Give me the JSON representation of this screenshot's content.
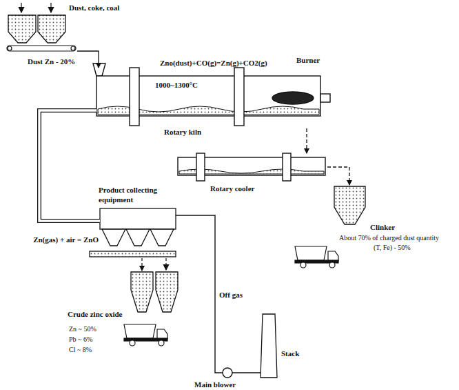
{
  "diagram": {
    "nodes": [
      {
        "text": [
          "Dust, coke, coal"
        ]
      },
      {
        "text": [
          "Zno(dust)+CO(g)=Zn(g)+CO2(g)",
          "1000~1300°C",
          "Rotary kiln"
        ]
      },
      {
        "text": [
          "Rotary cooler"
        ]
      },
      {
        "text": [
          "Clinker",
          "About 70% of charged dust quantity",
          "(T, Fe) - 50%"
        ]
      },
      {
        "text": [
          "Product collecting equipment",
          "Zn(gas) + air = ZnO"
        ]
      },
      {
        "text": [
          "Crude zinc oxide"
        ]
      },
      {
        "text": [
          "Stack"
        ]
      }
    ],
    "edges": [
      {
        "from": 0,
        "to": 1,
        "arrow": "to"
      },
      {
        "from": 1,
        "to": 4,
        "arrow": "none"
      },
      {
        "from": 1,
        "to": 2,
        "arrow": "to"
      },
      {
        "from": 2,
        "to": 3,
        "arrow": "to"
      },
      {
        "from": 4,
        "to": 5,
        "arrow": "to"
      },
      {
        "from": 4,
        "to": 6,
        "arrow": "none"
      }
    ],
    "labels": [
      "Dust Zn - 20%",
      "Burner",
      "Off gas",
      "Zn ~ 50%",
      "Pb ~ 6%",
      "Cl ~ 8%",
      "Main blower"
    ]
  }
}
